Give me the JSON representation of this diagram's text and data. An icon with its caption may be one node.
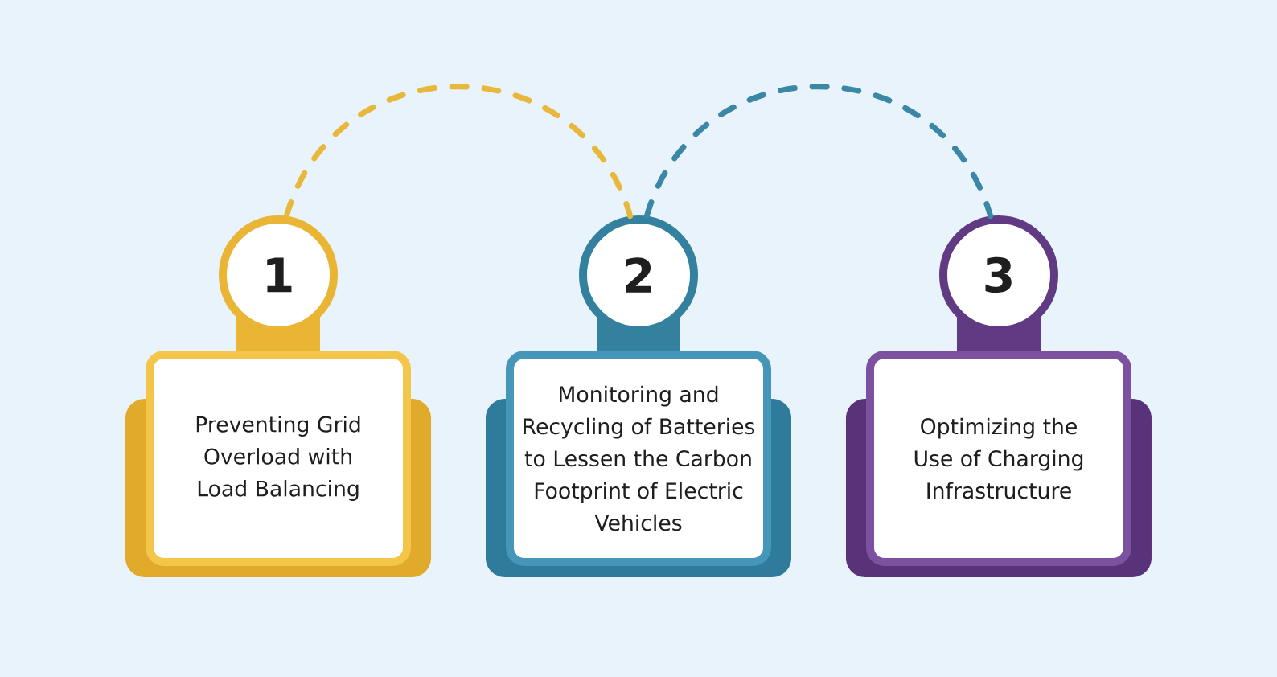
{
  "diagram": {
    "nodes": [
      {
        "text": [
          "1"
        ]
      },
      {
        "text": [
          "Preventing Grid Overload with Load Balancing"
        ]
      },
      {
        "text": [
          "2"
        ]
      },
      {
        "text": [
          "Monitoring and Recycling of Batteries to Lessen the Carbon Footprint of Electric Vehicles"
        ]
      },
      {
        "text": [
          "3"
        ]
      },
      {
        "text": [
          "Optimizing the Use of Charging Infrastructure"
        ]
      }
    ],
    "edges": [
      {
        "from": 0,
        "to": 2,
        "arrow": "none",
        "style": "dashed",
        "color": "#e8b83c"
      },
      {
        "from": 2,
        "to": 4,
        "arrow": "none",
        "style": "dashed",
        "color": "#3a87a6"
      }
    ]
  }
}
